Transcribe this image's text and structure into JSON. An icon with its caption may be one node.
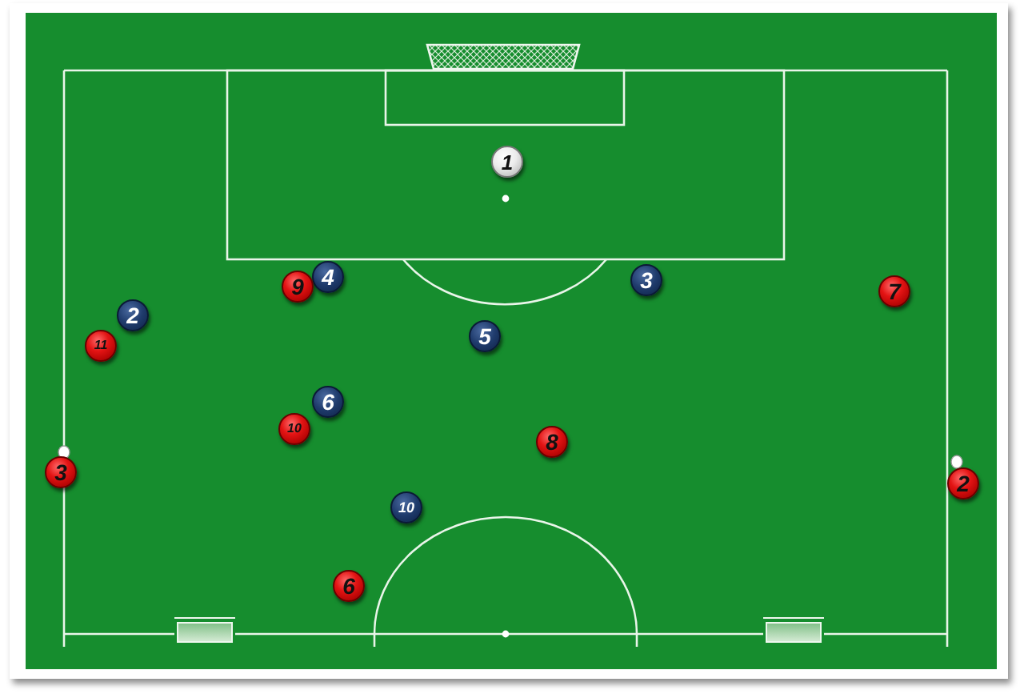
{
  "diagram": {
    "nodes": [
      {
        "text": [
          "1"
        ]
      },
      {
        "text": [
          "4"
        ]
      },
      {
        "text": [
          "3"
        ]
      },
      {
        "text": [
          "9"
        ]
      },
      {
        "text": [
          "7"
        ]
      },
      {
        "text": [
          "2"
        ]
      },
      {
        "text": [
          "5"
        ]
      },
      {
        "text": [
          "11"
        ]
      },
      {
        "text": [
          "6"
        ]
      },
      {
        "text": [
          "10"
        ]
      },
      {
        "text": [
          "8"
        ]
      },
      {
        "text": [
          "3"
        ]
      },
      {
        "text": [
          "2"
        ]
      },
      {
        "text": [
          "10"
        ]
      },
      {
        "text": [
          "6"
        ]
      }
    ]
  }
}
